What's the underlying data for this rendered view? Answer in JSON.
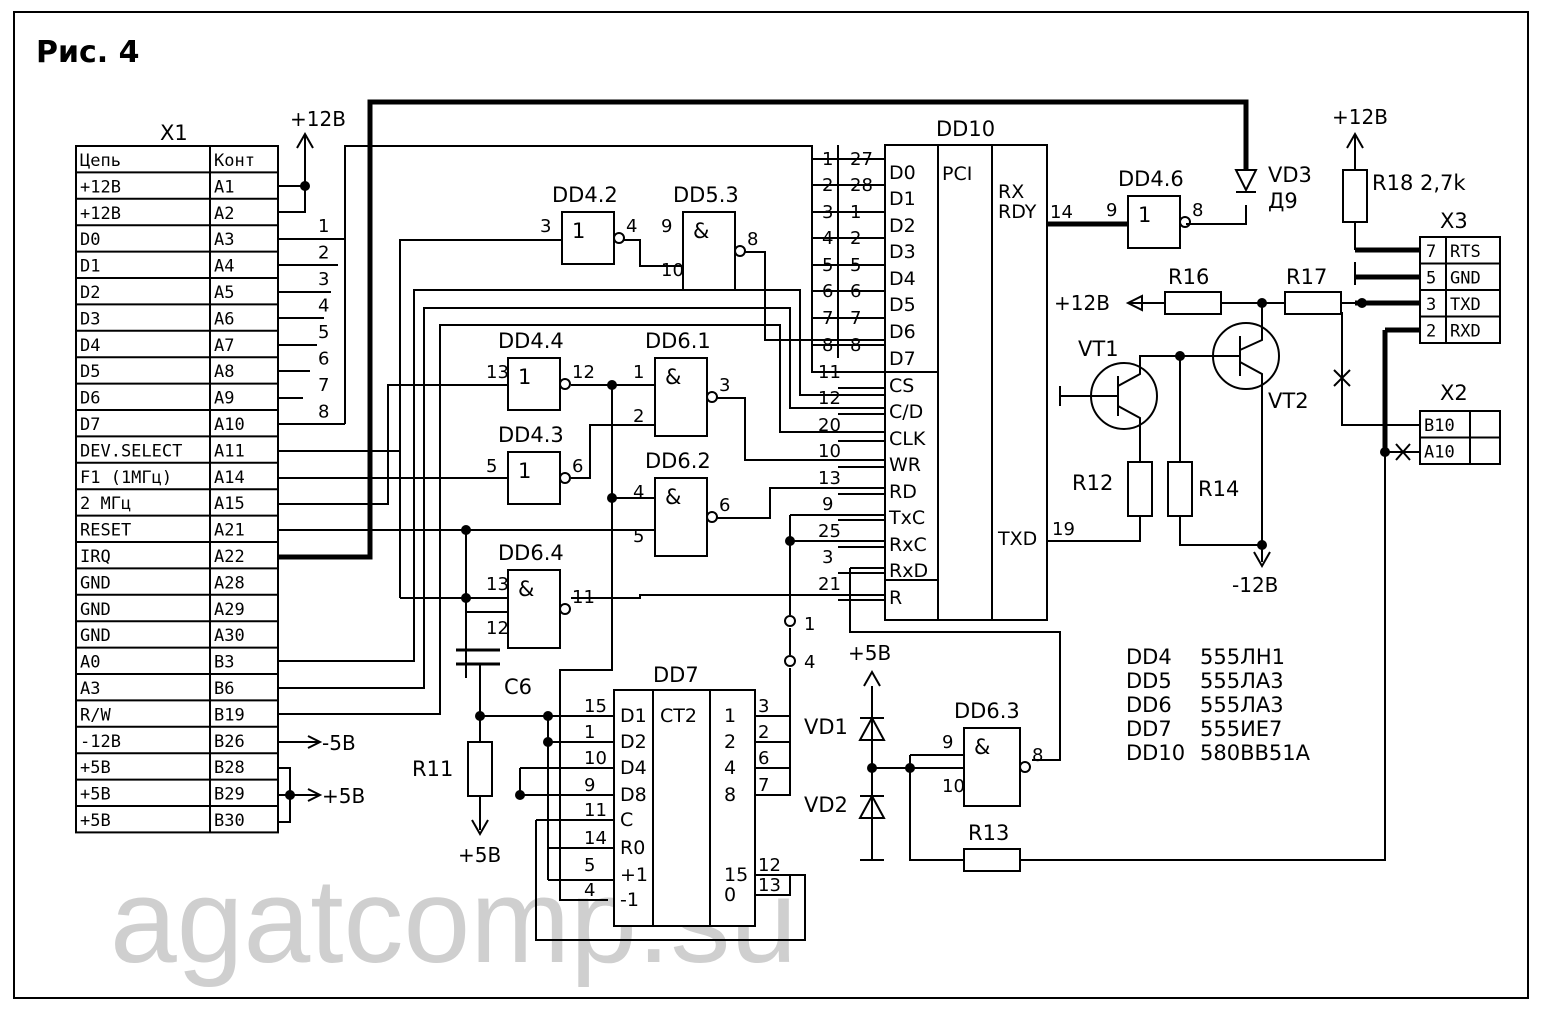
{
  "figure": {
    "title": "Рис. 4",
    "watermark": "agatcomp.su"
  },
  "x1": {
    "name": "X1",
    "headers": [
      "Цепь",
      "Конт"
    ],
    "rows": [
      [
        "+12В",
        "A1"
      ],
      [
        "+12В",
        "A2"
      ],
      [
        "D0",
        "A3"
      ],
      [
        "D1",
        "A4"
      ],
      [
        "D2",
        "A5"
      ],
      [
        "D3",
        "A6"
      ],
      [
        "D4",
        "A7"
      ],
      [
        "D5",
        "A8"
      ],
      [
        "D6",
        "A9"
      ],
      [
        "D7",
        "A10"
      ],
      [
        "DEV.SELECT",
        "A11"
      ],
      [
        "F1 (1МГц)",
        "A14"
      ],
      [
        "2 МГц",
        "A15"
      ],
      [
        "RESET",
        "A21"
      ],
      [
        "IRQ",
        "A22"
      ],
      [
        "GND",
        "A28"
      ],
      [
        "GND",
        "A29"
      ],
      [
        "GND",
        "A30"
      ],
      [
        "A0",
        "B3"
      ],
      [
        "A3",
        "B6"
      ],
      [
        "R/W",
        "B19"
      ],
      [
        "-12В",
        "B26"
      ],
      [
        "+5В",
        "B28"
      ],
      [
        "+5В",
        "B29"
      ],
      [
        "+5В",
        "B30"
      ]
    ],
    "bus_numbers": [
      "1",
      "2",
      "3",
      "4",
      "5",
      "6",
      "7",
      "8"
    ]
  },
  "power": {
    "p12_left": "+12В",
    "p12_r18": "+12В",
    "p12_r16": "+12В",
    "m5_out": "-5В",
    "p5_out": "+5В",
    "p5_r11": "+5В",
    "p5_vd": "+5В",
    "m12_vt": "-12В"
  },
  "dd10": {
    "name": "DD10",
    "type": "PCI",
    "left_pins": [
      "1",
      "2",
      "3",
      "4",
      "5",
      "6",
      "7",
      "8",
      "11",
      "12",
      "20",
      "10",
      "13",
      "9",
      "25",
      "3",
      "21"
    ],
    "right_pins": [
      "27",
      "28",
      "1",
      "2",
      "5",
      "6",
      "7",
      "8"
    ],
    "labels": [
      "D0",
      "D1",
      "D2",
      "D3",
      "D4",
      "D5",
      "D6",
      "D7",
      "CS",
      "C/D",
      "CLK",
      "WR",
      "RD",
      "TxC",
      "RxC",
      "RxD",
      "R"
    ],
    "rx_rdy": [
      "RX",
      "RDY"
    ],
    "rx_rdy_pin": "14",
    "txd": "TXD",
    "txd_pin": "19"
  },
  "gates": {
    "dd4_2": {
      "name": "DD4.2",
      "sym": "1",
      "in": "3",
      "out": "4"
    },
    "dd5_3": {
      "name": "DD5.3",
      "sym": "&",
      "in1": "9",
      "in2": "10",
      "out": "8"
    },
    "dd4_4": {
      "name": "DD4.4",
      "sym": "1",
      "in": "13",
      "out": "12"
    },
    "dd6_1": {
      "name": "DD6.1",
      "sym": "&",
      "in1": "1",
      "in2": "2",
      "out": "3"
    },
    "dd4_3": {
      "name": "DD4.3",
      "sym": "1",
      "in": "5",
      "out": "6"
    },
    "dd6_2": {
      "name": "DD6.2",
      "sym": "&",
      "in1": "4",
      "in2": "5",
      "out": "6"
    },
    "dd6_4": {
      "name": "DD6.4",
      "sym": "&",
      "in1": "13",
      "in2": "12",
      "out": "11"
    },
    "dd4_6": {
      "name": "DD4.6",
      "sym": "1",
      "in": "9",
      "out": "8"
    },
    "dd6_3": {
      "name": "DD6.3",
      "sym": "&",
      "in1": "9",
      "in2": "10",
      "out": "8"
    }
  },
  "dd7": {
    "name": "DD7",
    "type": "CT2",
    "left_pins": [
      "15",
      "1",
      "10",
      "9",
      "11",
      "14",
      "5",
      "4"
    ],
    "left_labels": [
      "D1",
      "D2",
      "D4",
      "D8",
      "C",
      "R0",
      "+1",
      "-1"
    ],
    "right_pins": [
      "3",
      "2",
      "6",
      "7",
      "12",
      "13"
    ],
    "right_labels": [
      "1",
      "2",
      "4",
      "8",
      "15",
      "0"
    ]
  },
  "jumpers": [
    "1",
    "4"
  ],
  "components": {
    "vd3": "VD3",
    "vd3_type": "Д9",
    "r18": "R18 2,7k",
    "r16": "R16",
    "r17": "R17",
    "vt1": "VT1",
    "vt2": "VT2",
    "r12": "R12",
    "r14": "R14",
    "c6": "C6",
    "r11": "R11",
    "r13": "R13",
    "vd1": "VD1",
    "vd2": "VD2"
  },
  "x3": {
    "name": "X3",
    "rows": [
      [
        "7",
        "RTS"
      ],
      [
        "5",
        "GND"
      ],
      [
        "3",
        "TXD"
      ],
      [
        "2",
        "RXD"
      ]
    ]
  },
  "x2": {
    "name": "X2",
    "rows": [
      [
        "B10",
        ""
      ],
      [
        "A10",
        ""
      ]
    ]
  },
  "legend": [
    [
      "DD4",
      "555ЛН1"
    ],
    [
      "DD5",
      "555ЛА3"
    ],
    [
      "DD6",
      "555ЛА3"
    ],
    [
      "DD7",
      "555ИЕ7"
    ],
    [
      "DD10",
      "580ВВ51А"
    ]
  ]
}
